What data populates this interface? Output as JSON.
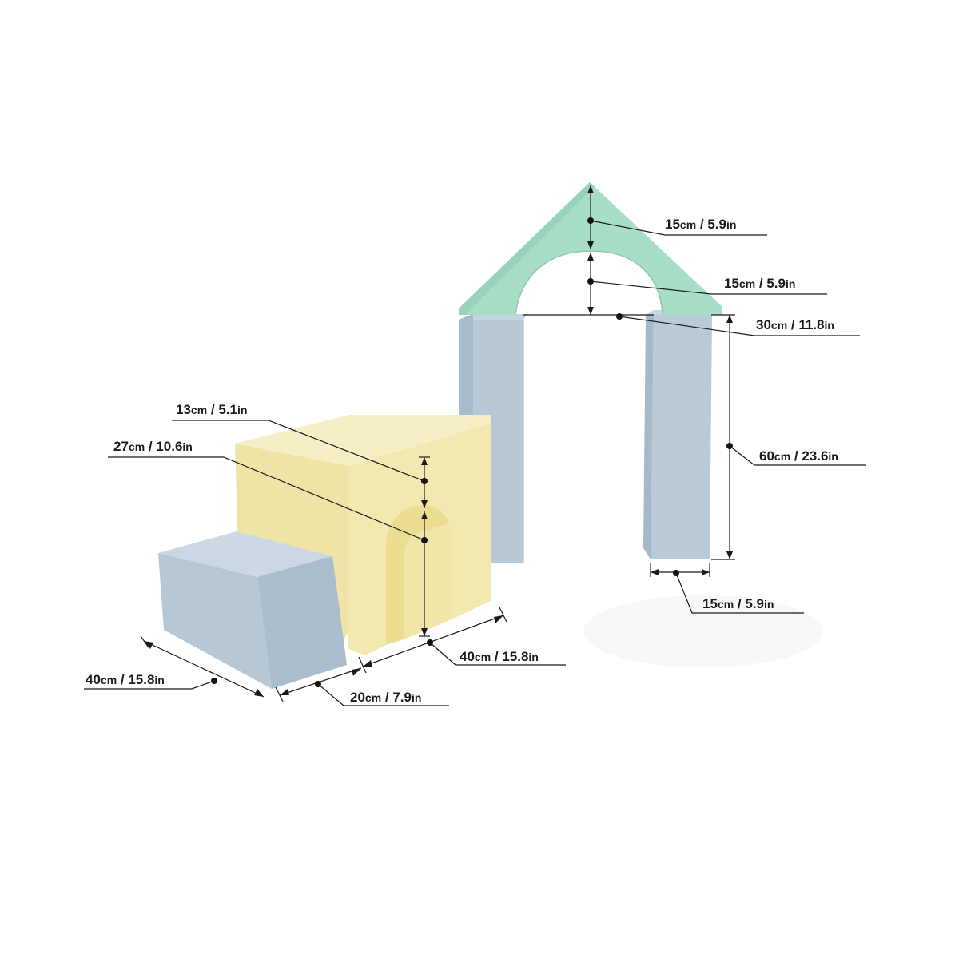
{
  "colors": {
    "background": "#ffffff",
    "blue_block_face": "#b8cad8",
    "blue_block_side": "#a6b9c8",
    "blue_block_top": "#cad8e3",
    "yellow_block_face": "#f3eab8",
    "yellow_block_side": "#ece0a4",
    "yellow_block_top": "#f6efc8",
    "yellow_arch_inner": "#eadc8e",
    "green_block_face": "#a6dcc4",
    "green_block_top": "#b9e6d2",
    "ink": "#1a1a1a"
  },
  "blocks": {
    "roof": "green-triangle-arch-block",
    "left_pillar": "blue-pillar-left",
    "right_pillar": "blue-pillar-right",
    "tunnel": "yellow-tunnel-block",
    "cube": "blue-rectangular-block"
  },
  "dimensions": {
    "roof_height": {
      "num": "15",
      "unit1": "cm",
      "sep": " / ",
      "num2": "5.9",
      "unit2": "in"
    },
    "arch_height": {
      "num": "15",
      "unit1": "cm",
      "sep": " / ",
      "num2": "5.9",
      "unit2": "in"
    },
    "arch_width": {
      "num": "30",
      "unit1": "cm",
      "sep": " / ",
      "num2": "11.8",
      "unit2": "in"
    },
    "pillar_height": {
      "num": "60",
      "unit1": "cm",
      "sep": " / ",
      "num2": "23.6",
      "unit2": "in"
    },
    "pillar_width": {
      "num": "15",
      "unit1": "cm",
      "sep": " / ",
      "num2": "5.9",
      "unit2": "in"
    },
    "tunnel_top": {
      "num": "13",
      "unit1": "cm",
      "sep": " / ",
      "num2": "5.1",
      "unit2": "in"
    },
    "tunnel_opening": {
      "num": "27",
      "unit1": "cm",
      "sep": " / ",
      "num2": "10.6",
      "unit2": "in"
    },
    "tunnel_length": {
      "num": "40",
      "unit1": "cm",
      "sep": " / ",
      "num2": "15.8",
      "unit2": "in"
    },
    "cube_width": {
      "num": "20",
      "unit1": "cm",
      "sep": " / ",
      "num2": "7.9",
      "unit2": "in"
    },
    "cube_length": {
      "num": "40",
      "unit1": "cm",
      "sep": " / ",
      "num2": "15.8",
      "unit2": "in"
    }
  }
}
